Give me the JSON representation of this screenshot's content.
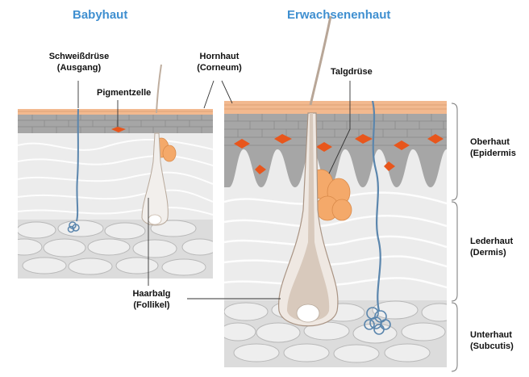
{
  "headings": {
    "baby": "Babyhaut",
    "adult": "Erwachsenenhaut"
  },
  "labels": {
    "sweat_gland": {
      "line1": "Schweißdrüse",
      "line2": "(Ausgang)"
    },
    "corneum": {
      "line1": "Hornhaut",
      "line2": "(Corneum)"
    },
    "pigment_cell": "Pigmentzelle",
    "sebaceous_gland": "Talgdrüse",
    "follicle": {
      "line1": "Haarbalg",
      "line2": "(Follikel)"
    },
    "epidermis": {
      "line1": "Oberhaut",
      "line2": "(Epidermis"
    },
    "dermis": {
      "line1": "Lederhaut",
      "line2": "(Dermis)"
    },
    "subcutis": {
      "line1": "Unterhaut",
      "line2": "(Subcutis)"
    }
  },
  "colors": {
    "heading": "#3f8fd0",
    "corneum": "#f2b98f",
    "epidermis": "#9a9a9a",
    "dermis": "#ececec",
    "subcutis": "#dcdcdc",
    "pigment": "#e8561c",
    "gland": "#f4a96a",
    "sweat_duct": "#5b86ad"
  }
}
